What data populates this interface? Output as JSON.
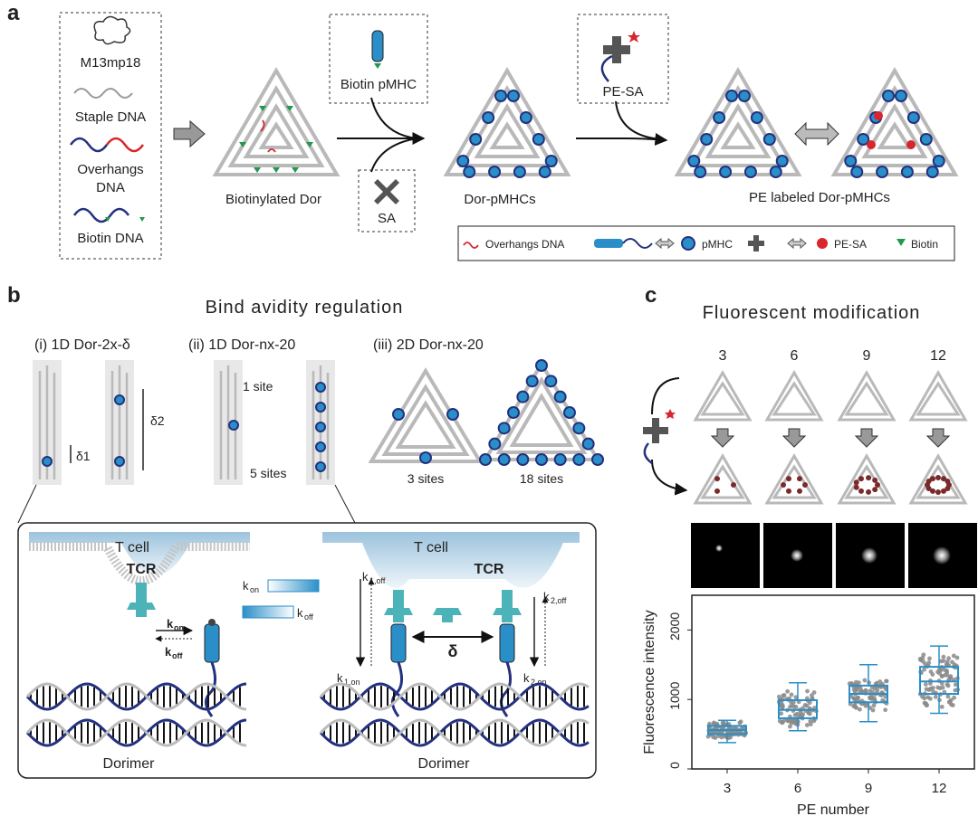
{
  "panels": {
    "a": "a",
    "b": "b",
    "c": "c"
  },
  "panel_a": {
    "inputs": [
      "M13mp18",
      "Staple DNA",
      "Overhangs",
      "DNA",
      "Biotin DNA"
    ],
    "biotin_pmhc": "Biotin pMHC",
    "sa": "SA",
    "pe_sa": "PE-SA",
    "biotinylated_dor": "Biotinylated Dor",
    "dor_pmhcs": "Dor-pMHCs",
    "pe_labeled": "PE labeled Dor-pMHCs",
    "legend": {
      "overhangs": "Overhangs DNA",
      "pmhc": "pMHC",
      "pe_sa": "PE-SA",
      "biotin": "Biotin"
    },
    "colors": {
      "blue": "#2a8fc8",
      "red": "#d8262d",
      "green": "#1f9a4a",
      "navy": "#23317f",
      "gray": "#b9b9b9"
    }
  },
  "panel_b": {
    "title": "Bind avidity regulation",
    "sub1": "(i) 1D Dor-2x-δ",
    "sub2": "(ii) 1D Dor-nx-20",
    "sub3": "(iii) 2D Dor-nx-20",
    "d1": "δ1",
    "d2": "δ2",
    "one_site": "1 site",
    "five_sites": "5 sites",
    "three_sites": "3 sites",
    "eighteen_sites": "18 sites",
    "tcell": "T cell",
    "tcr": "TCR",
    "k": "k",
    "on": "on",
    "off": "off",
    "on1": "1,on",
    "off1": "1,off",
    "on2": "2,on",
    "off2": "2,off",
    "delta": "δ",
    "dorimer": "Dorimer"
  },
  "panel_c": {
    "title": "Fluorescent modification",
    "pe_counts": [
      "3",
      "6",
      "9",
      "12"
    ]
  },
  "chart_data": {
    "type": "box",
    "xlabel": "PE number",
    "ylabel": "Fluorescence intensity",
    "categories": [
      "3",
      "6",
      "9",
      "12"
    ],
    "ylim": [
      0,
      2500
    ],
    "yticks": [
      0,
      1000,
      2000
    ],
    "boxes": [
      {
        "category": "3",
        "whisker_low": 380,
        "q1": 500,
        "median": 560,
        "q3": 620,
        "whisker_high": 700
      },
      {
        "category": "6",
        "whisker_low": 550,
        "q1": 730,
        "median": 850,
        "q3": 990,
        "whisker_high": 1240
      },
      {
        "category": "9",
        "whisker_low": 680,
        "q1": 960,
        "median": 1080,
        "q3": 1200,
        "whisker_high": 1500
      },
      {
        "category": "12",
        "whisker_low": 800,
        "q1": 1080,
        "median": 1260,
        "q3": 1470,
        "whisker_high": 1770
      }
    ],
    "box_color": "#2a8fc8",
    "point_color": "#8a8a8a"
  }
}
